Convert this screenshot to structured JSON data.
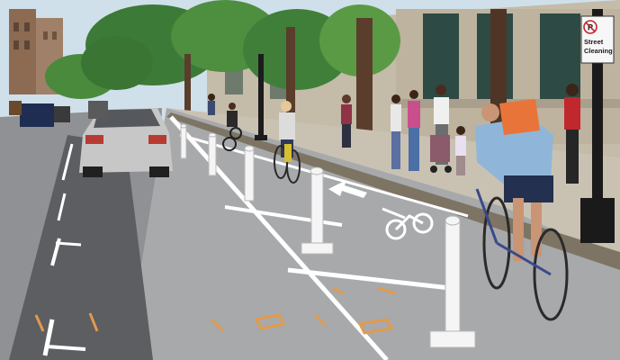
{
  "scene": {
    "description_free": true,
    "sign": {
      "line1": "Street",
      "line2": "Cleaning",
      "symbol": "no-parking-P"
    },
    "colors": {
      "sky": "#cfe0ea",
      "asphalt": "#9a9c9f",
      "bike_lane": "#a7a9ab",
      "sidewalk": "#c9c2b3",
      "lane_marking": "#ffffff",
      "orange_marks": "#e39a4c",
      "building": "#b9b09f",
      "foliage": "#3f7f3a",
      "car": "#c7c7c7"
    }
  }
}
